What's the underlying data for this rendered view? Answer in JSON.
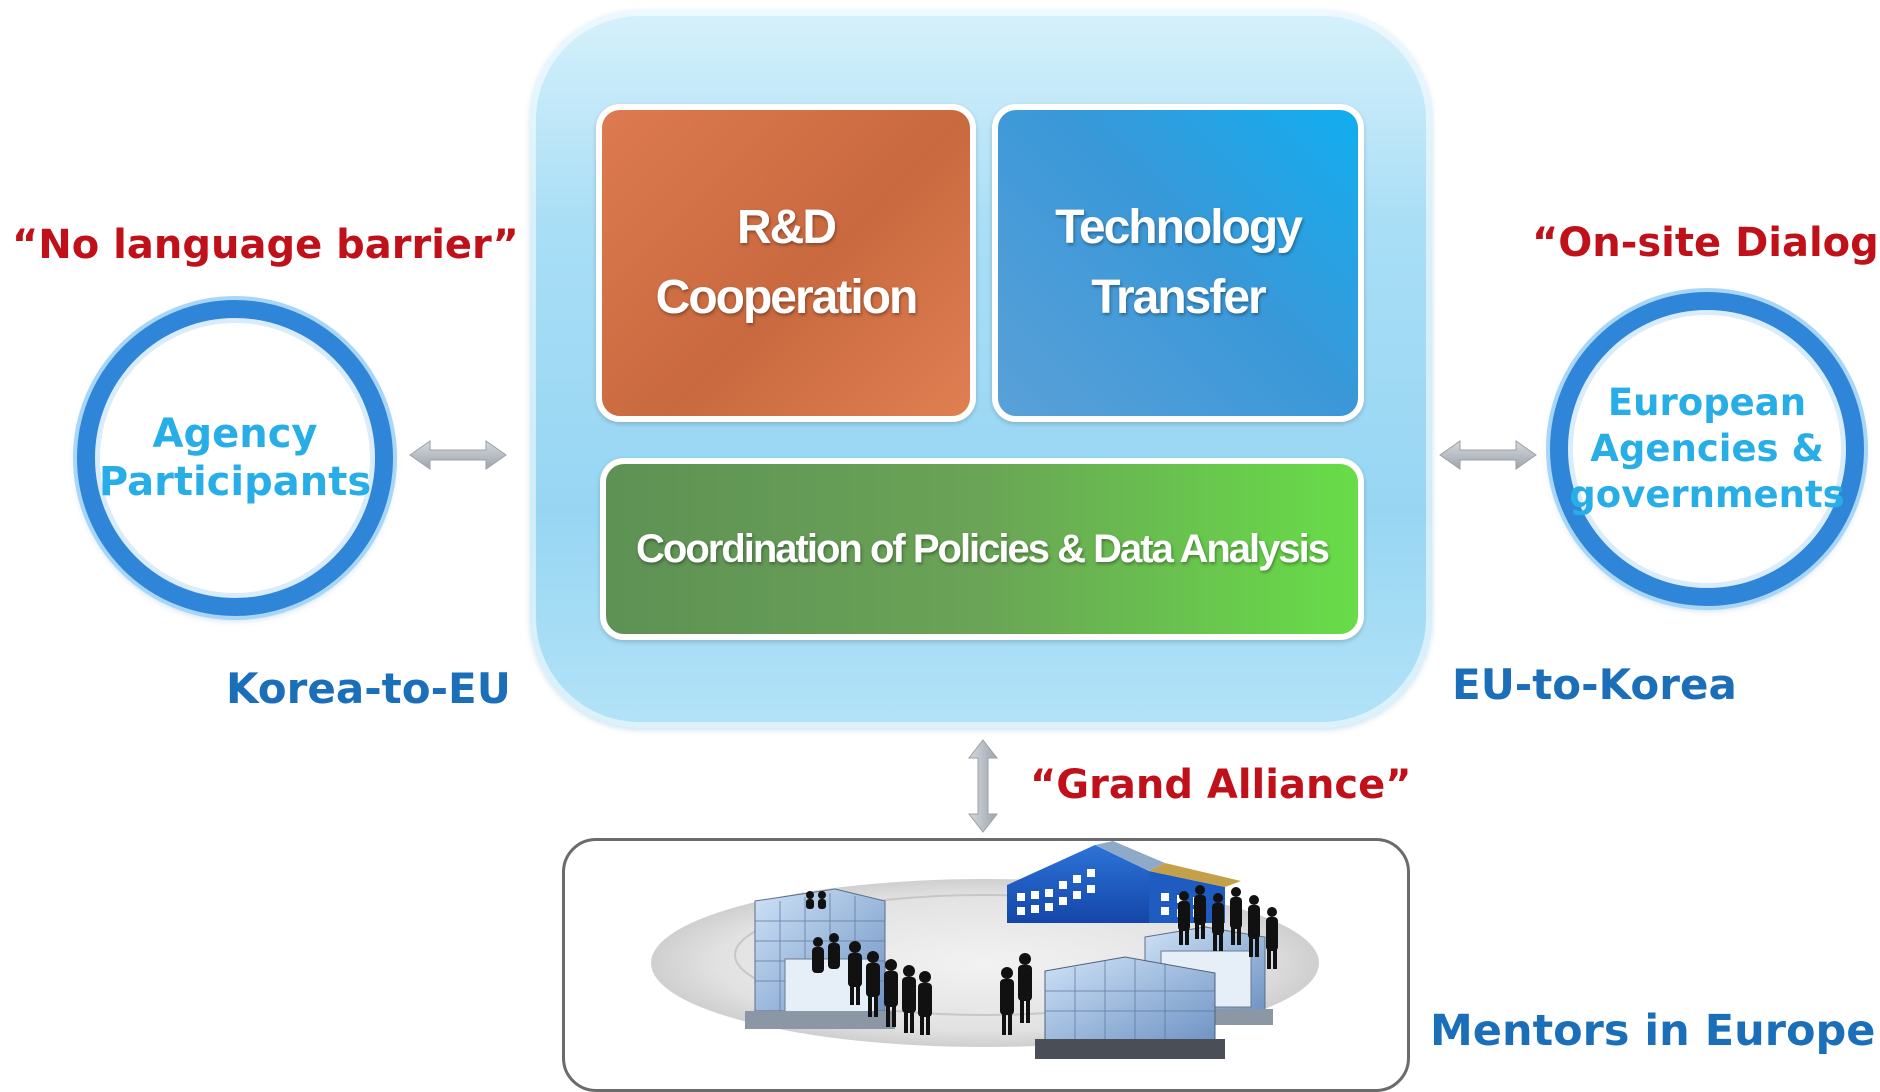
{
  "center": {
    "rd_line1": "R&D",
    "rd_line2": "Cooperation",
    "tt_line1": "Technology",
    "tt_line2": "Transfer",
    "coordination": "Coordination of Policies & Data Analysis"
  },
  "left": {
    "quote": "“No language barrier”",
    "circle_line1": "Agency",
    "circle_line2": "Participants",
    "direction": "Korea-to-EU"
  },
  "right": {
    "quote": "“On-site Dialog”",
    "circle_line1": "European",
    "circle_line2": "Agencies &",
    "circle_line3": "governments",
    "direction": "EU-to-Korea"
  },
  "bottom": {
    "quote": "“Grand Alliance”",
    "label": "Mentors in Europe"
  },
  "colors": {
    "quote_red": "#c0111a",
    "direction_blue": "#1b6fb9",
    "circle_text": "#27aee6",
    "ring_blue": "#2f86d8",
    "rd_orange": "#dd7a4f",
    "tt_blue": "#11aef0",
    "coord_green": "#68dd48"
  },
  "icons": [
    "double-arrow-horizontal-icon",
    "double-arrow-vertical-icon",
    "buildings-and-people-illustration"
  ]
}
